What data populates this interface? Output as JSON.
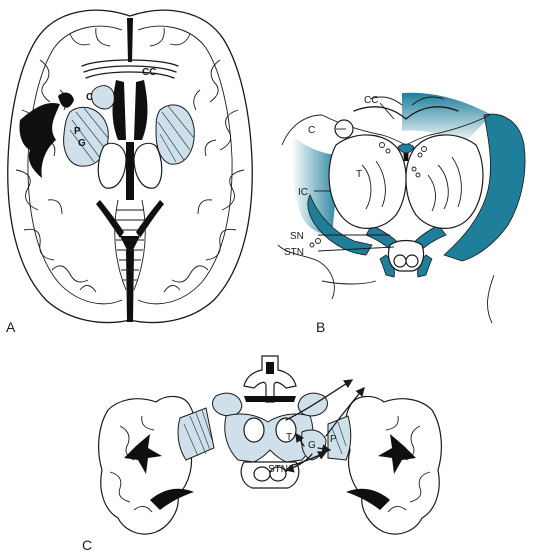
{
  "panels": {
    "a": {
      "letter": "A",
      "labels": {
        "cc": "CC",
        "c": "C",
        "p": "P",
        "g": "G"
      }
    },
    "b": {
      "letter": "B",
      "labels": {
        "cc": "CC",
        "c": "C",
        "t": "T",
        "ic": "IC",
        "sn": "SN",
        "stn": "STN"
      }
    },
    "c": {
      "letter": "C",
      "labels": {
        "t": "T",
        "g": "G",
        "p": "P",
        "stn": "STN"
      }
    }
  },
  "colors": {
    "light_blue": "#cfe0ea",
    "teal": "#1f7f9b",
    "ink": "#1a1a1a"
  }
}
